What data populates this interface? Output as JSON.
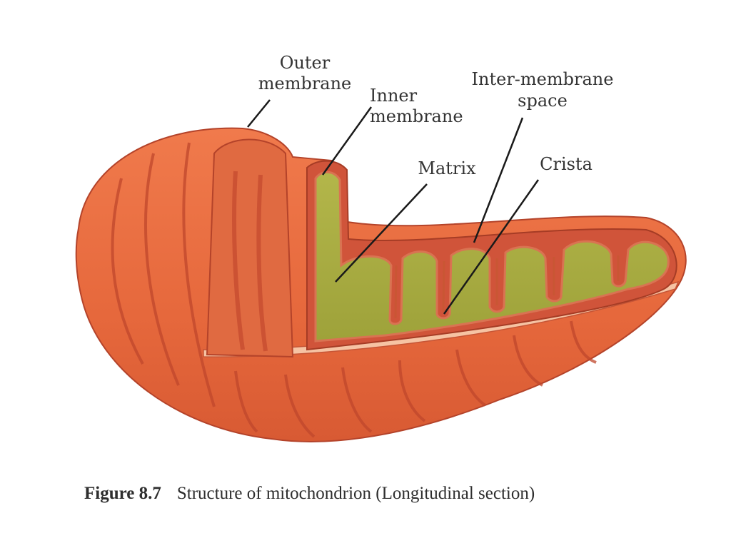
{
  "labels": {
    "outer_membrane": "Outer membrane",
    "inner_membrane": "Inner membrane",
    "inter_membrane_space": "Inter-membrane space",
    "matrix": "Matrix",
    "crista": "Crista"
  },
  "caption": {
    "figure_number": "Figure 8.7",
    "text": "Structure of mitochondrion (Longitudinal section)"
  },
  "colors": {
    "outer_membrane": "#e8673c",
    "inner_membrane": "#c9482a",
    "matrix": "#a9ad3e",
    "rim": "#f6c3a3",
    "leader_lines": "#1a1a1a"
  }
}
